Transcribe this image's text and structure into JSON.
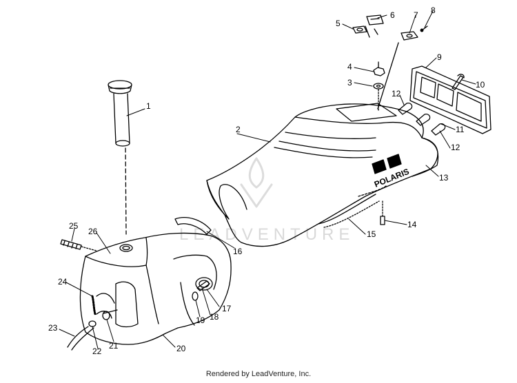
{
  "callouts": {
    "c1": "1",
    "c2": "2",
    "c3": "3",
    "c4": "4",
    "c5": "5",
    "c6": "6",
    "c7": "7",
    "c8": "8",
    "c9": "9",
    "c10": "10",
    "c11": "11",
    "c12a": "12",
    "c12b": "12",
    "c13": "13",
    "c14": "14",
    "c15": "15",
    "c16": "16",
    "c17": "17",
    "c18": "18",
    "c19": "19",
    "c20": "20",
    "c21": "21",
    "c22": "22",
    "c23": "23",
    "c24": "24",
    "c25": "25",
    "c26": "26"
  },
  "seat_logo": "POLARIS",
  "watermark": "LEADVENTURE",
  "footer": "Rendered by LeadVenture, Inc."
}
